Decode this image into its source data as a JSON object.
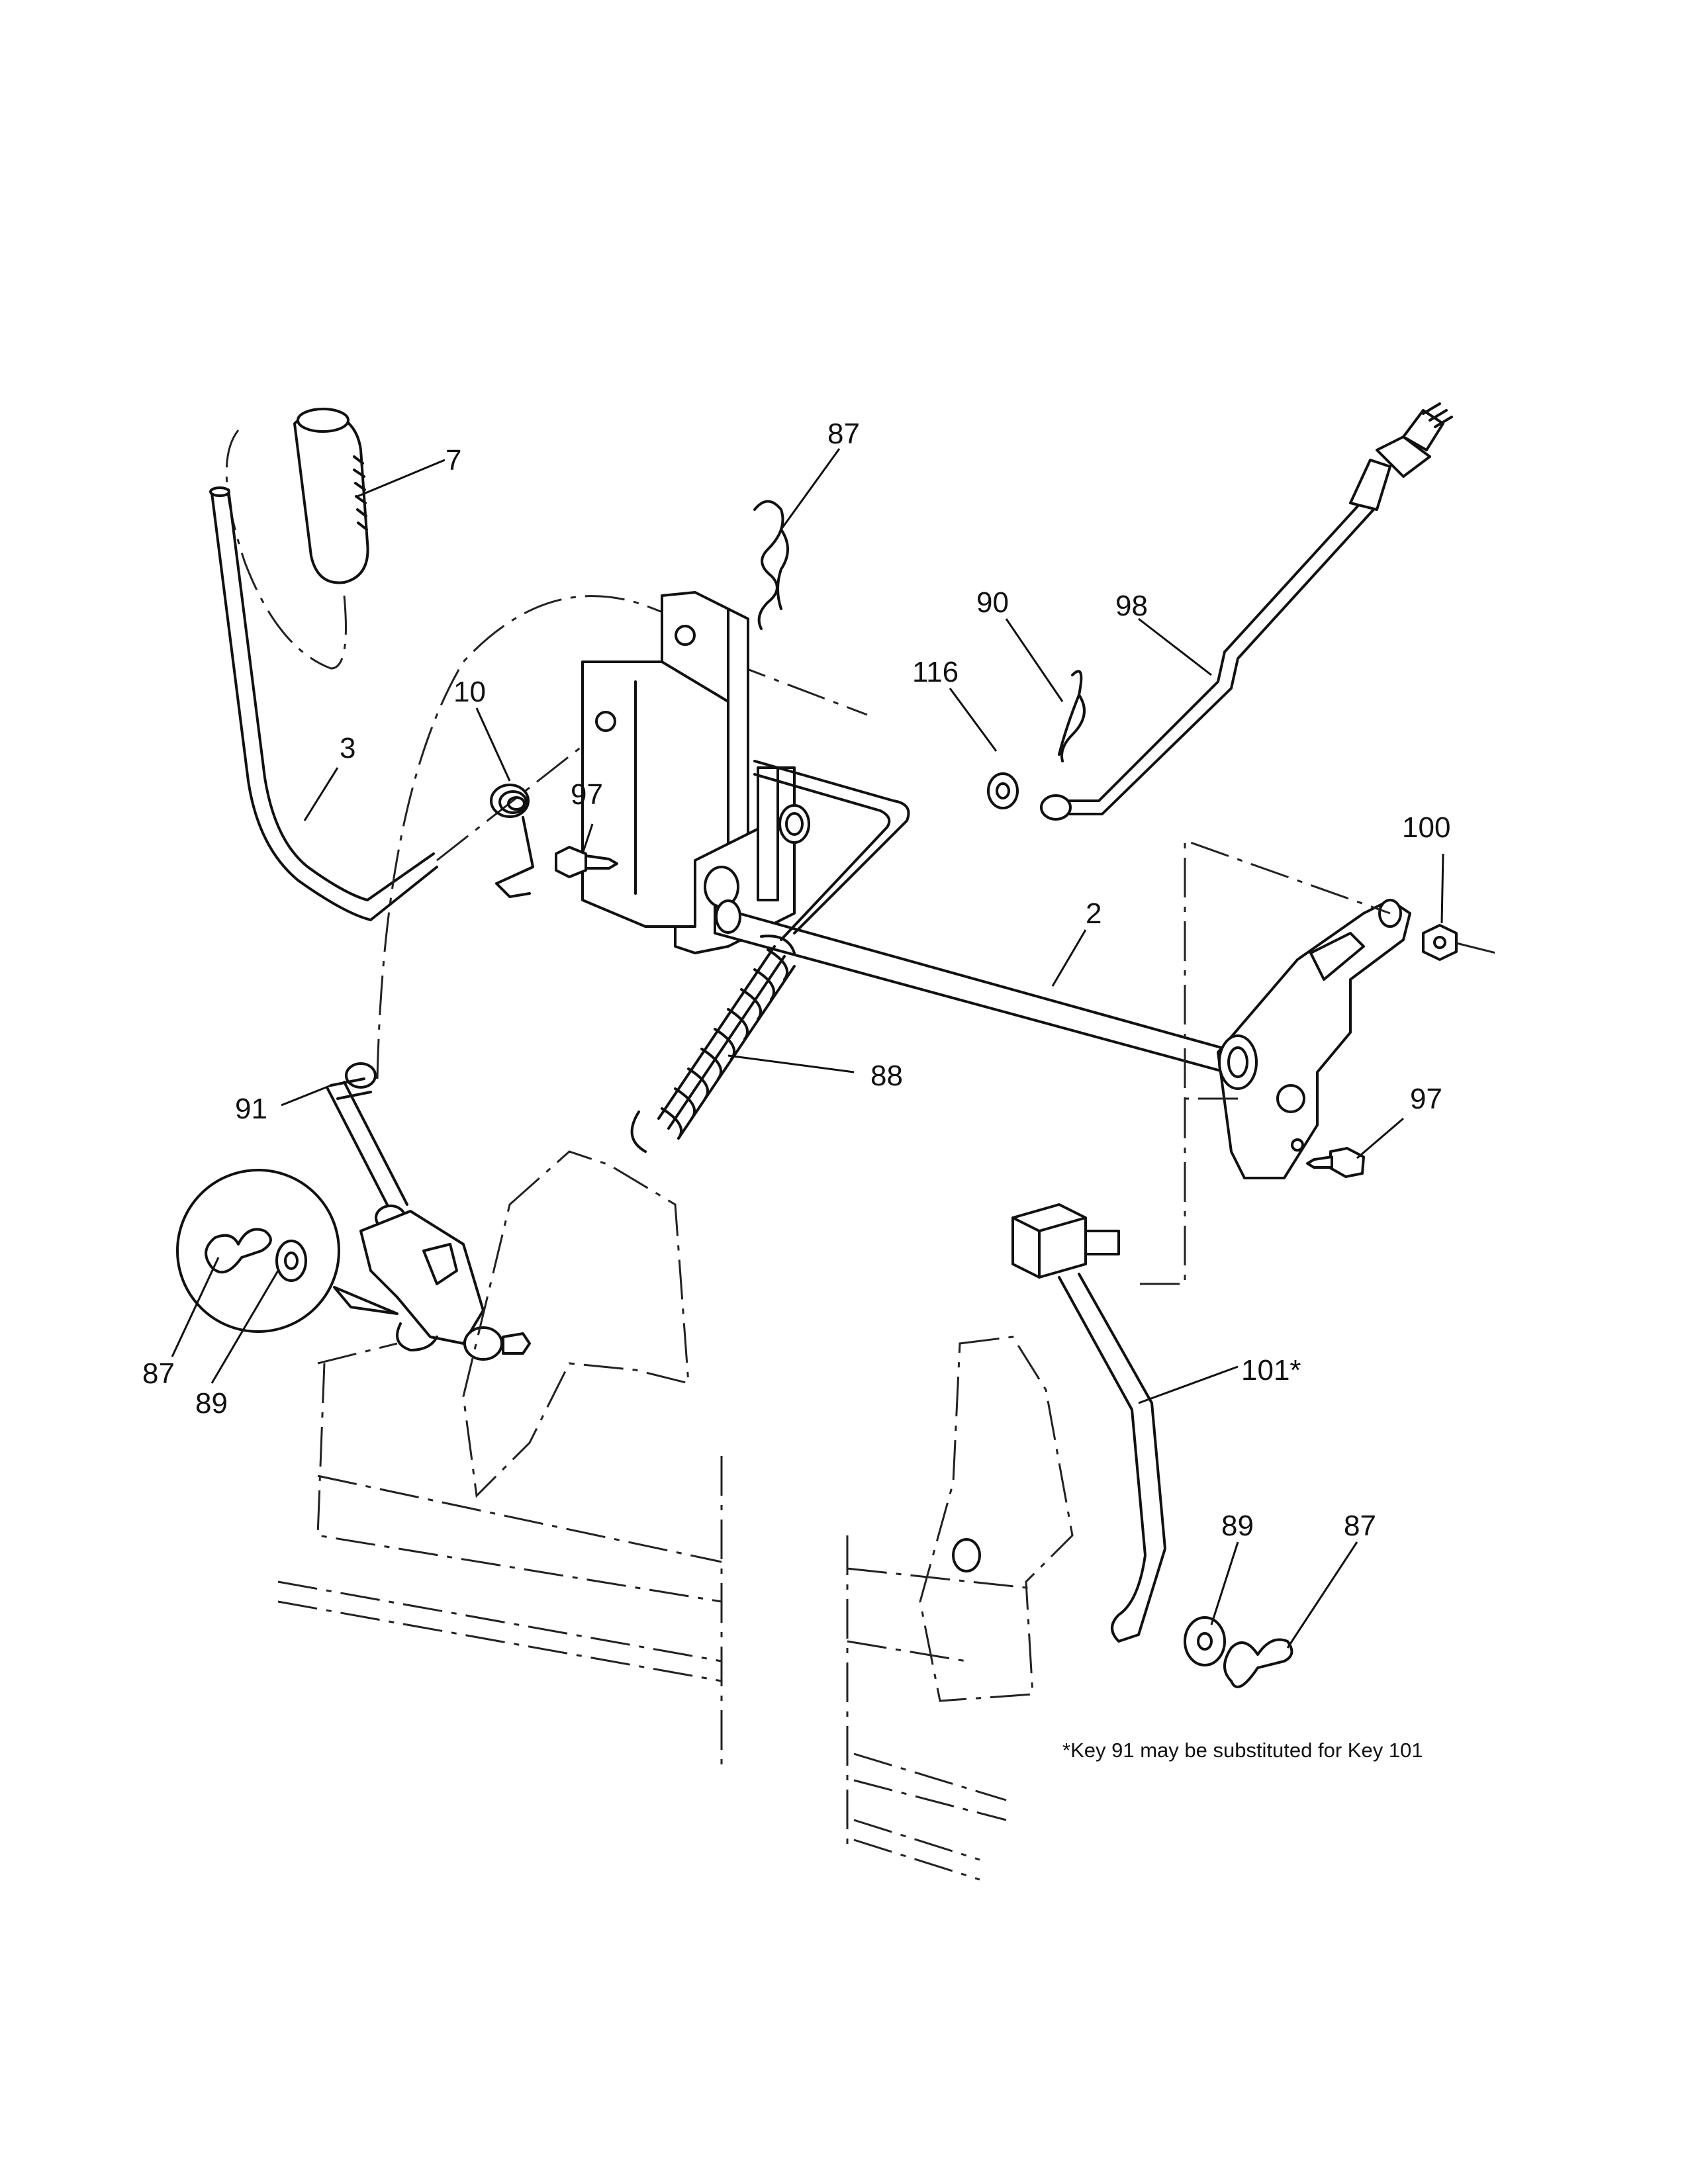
{
  "callouts": {
    "c7": "7",
    "c87_top": "87",
    "c90": "90",
    "c98": "98",
    "c116": "116",
    "c10": "10",
    "c3": "3",
    "c97_left": "97",
    "c100": "100",
    "c2": "2",
    "c88": "88",
    "c97_right": "97",
    "c91": "91",
    "c87_detail": "87",
    "c89_detail": "89",
    "c101": "101*",
    "c89_bottom": "89",
    "c87_bottom": "87"
  },
  "footnote": "*Key 91 may be substituted for Key 101"
}
